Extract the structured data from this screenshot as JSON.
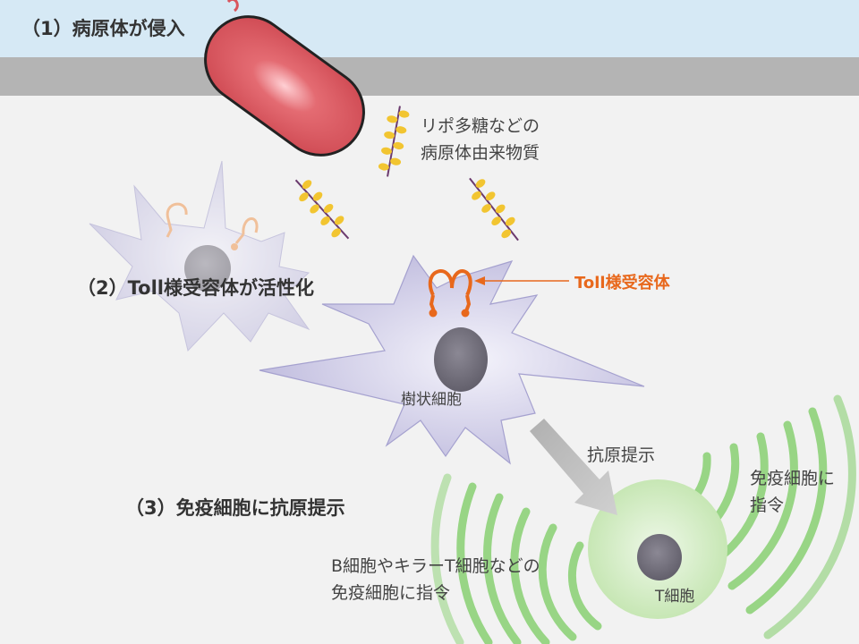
{
  "steps": {
    "step1": "（1）病原体が侵入",
    "step2": "（2）Toll様受容体が活性化",
    "step3": "（3）免疫細胞に抗原提示"
  },
  "labels": {
    "pamp_line1": "リポ多糖などの",
    "pamp_line2": "病原体由来物質",
    "toll_receptor": "Toll様受容体",
    "dendritic_cell": "樹状細胞",
    "antigen_presentation": "抗原提示",
    "right_line1": "免疫細胞に",
    "right_line2": "指令",
    "bottom_line1": "B細胞やキラーT細胞などの",
    "bottom_line2": "免疫細胞に指令",
    "t_cell": "T細胞"
  },
  "colors": {
    "sky": "#d6e9f5",
    "membrane": "#b4b4b4",
    "tissue": "#f2f2f2",
    "bacterium": "#d9545c",
    "dendritic_cell": "#c5c2e0",
    "nucleus": "#6f6c78",
    "t_cell": "#c9e8b8",
    "signal_waves": "#8fd27a",
    "receptor_accent": "#e8681c",
    "lps_yellow": "#f2c531",
    "lps_chain": "#6b3a6e"
  }
}
